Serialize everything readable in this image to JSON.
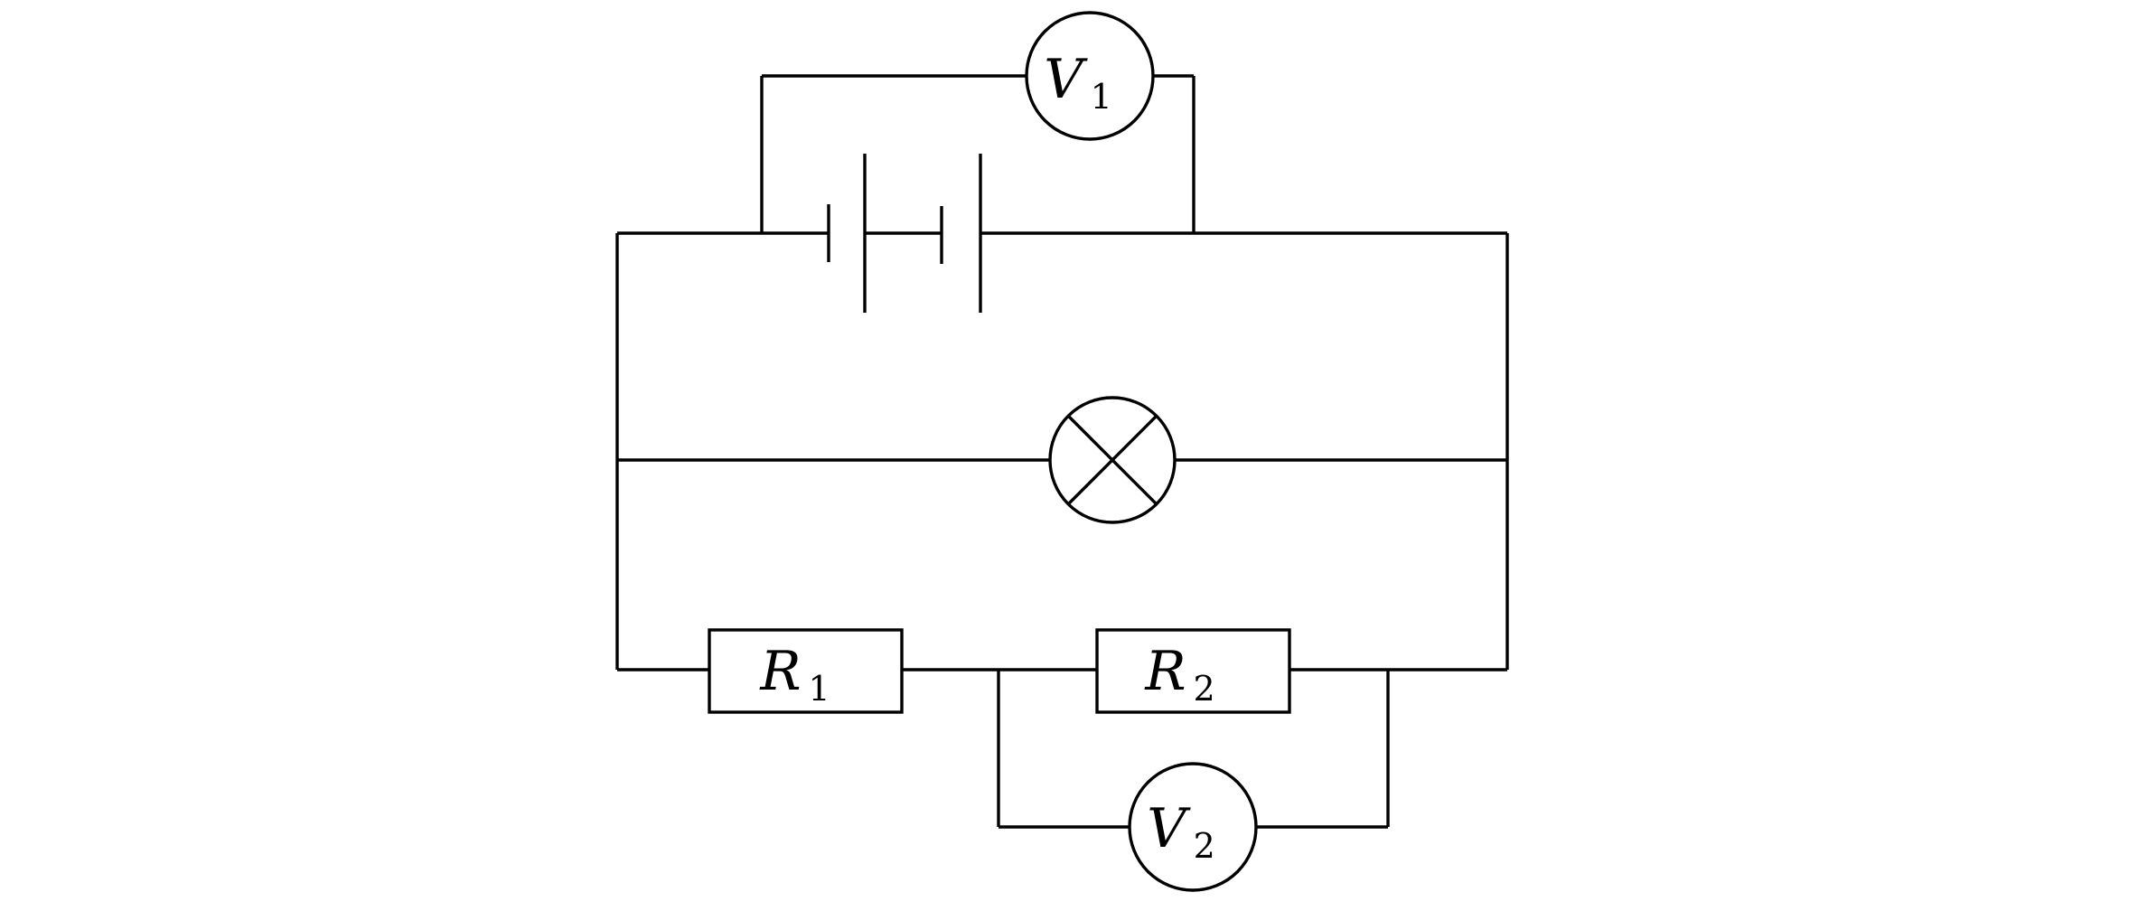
{
  "components": {
    "voltmeter_1": {
      "symbol": "V",
      "subscript": "1"
    },
    "voltmeter_2": {
      "symbol": "V",
      "subscript": "2"
    },
    "resistor_1": {
      "symbol": "R",
      "subscript": "1"
    },
    "resistor_2": {
      "symbol": "R",
      "subscript": "2"
    },
    "battery_cells": 2,
    "lamp": 1
  },
  "colors": {
    "line": "#000000",
    "background": "#ffffff"
  }
}
